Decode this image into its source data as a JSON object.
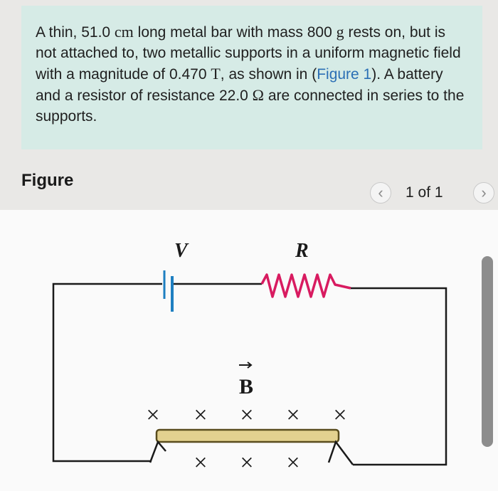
{
  "problem": {
    "t1": "A thin, 51.0 ",
    "u_cm": "cm",
    "t2": " long metal bar with mass 800 ",
    "u_g": "g",
    "t3": " rests on, but is not attached to, two metallic supports in a uniform magnetic field with a magnitude of 0.470 ",
    "u_T": "T",
    "t4": ", as shown in (",
    "link": "Figure 1",
    "t5": "). A battery and a resistor of resistance 22.0 ",
    "u_ohm": "Ω",
    "t6": " are connected in series to the supports."
  },
  "figure_section": {
    "title": "Figure",
    "pager": "1 of 1",
    "prev_icon": "chevron-left-icon",
    "next_icon": "chevron-right-icon"
  },
  "diagram": {
    "label_V": "V",
    "label_R": "R",
    "label_B": "B",
    "cross": "×",
    "colors": {
      "wire": "#1a1a1a",
      "battery": "#1e7fc1",
      "resistor": "#d81b60",
      "bar_fill": "#e3d18f",
      "bar_stroke": "#5a4d1e",
      "highlight": "#d6ebe6"
    }
  }
}
